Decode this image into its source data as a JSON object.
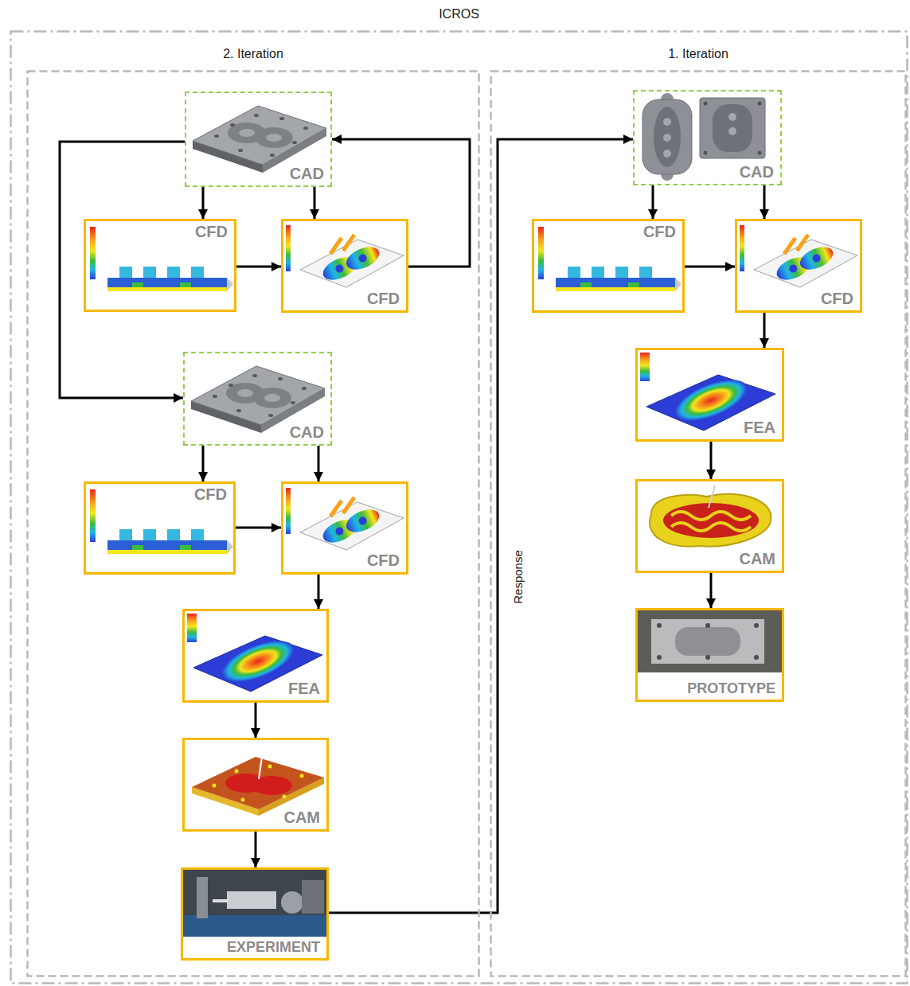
{
  "diagram": {
    "nodes": [
      {
        "text": [
          "ICROS"
        ]
      },
      {
        "text": [
          "2. Iteration"
        ],
        "in": 0
      },
      {
        "text": [
          "1. Iteration"
        ],
        "in": 0
      },
      {
        "text": [
          "CAD"
        ],
        "in": 1
      },
      {
        "text": [
          "CFD"
        ],
        "in": 1
      },
      {
        "text": [
          "CFD"
        ],
        "in": 1
      },
      {
        "text": [
          "CAD"
        ],
        "in": 1
      },
      {
        "text": [
          "CFD"
        ],
        "in": 1
      },
      {
        "text": [
          "CFD"
        ],
        "in": 1
      },
      {
        "text": [
          "FEA"
        ],
        "in": 1
      },
      {
        "text": [
          "CAM"
        ],
        "in": 1
      },
      {
        "text": [
          "EXPERIMENT"
        ],
        "in": 1
      },
      {
        "text": [
          "CAD"
        ],
        "in": 2
      },
      {
        "text": [
          "CFD"
        ],
        "in": 2
      },
      {
        "text": [
          "CFD"
        ],
        "in": 2
      },
      {
        "text": [
          "FEA"
        ],
        "in": 2
      },
      {
        "text": [
          "CAM"
        ],
        "in": 2
      },
      {
        "text": [
          "PROTOTYPE"
        ],
        "in": 2
      }
    ],
    "edges": [
      {
        "from": 3,
        "to": 4,
        "arrow": "to"
      },
      {
        "from": 3,
        "to": 5,
        "arrow": "to"
      },
      {
        "from": 4,
        "to": 5,
        "arrow": "to"
      },
      {
        "from": 5,
        "to": 3,
        "arrow": "to"
      },
      {
        "from": 3,
        "to": 6,
        "arrow": "to"
      },
      {
        "from": 6,
        "to": 7,
        "arrow": "to"
      },
      {
        "from": 6,
        "to": 8,
        "arrow": "to"
      },
      {
        "from": 7,
        "to": 8,
        "arrow": "to"
      },
      {
        "from": 8,
        "to": 9,
        "arrow": "to"
      },
      {
        "from": 9,
        "to": 10,
        "arrow": "to"
      },
      {
        "from": 10,
        "to": 11,
        "arrow": "to"
      },
      {
        "from": 11,
        "to": 12,
        "label": "Response",
        "arrow": "to"
      },
      {
        "from": 12,
        "to": 13,
        "arrow": "to"
      },
      {
        "from": 12,
        "to": 14,
        "arrow": "to"
      },
      {
        "from": 13,
        "to": 14,
        "arrow": "to"
      },
      {
        "from": 14,
        "to": 15,
        "arrow": "to"
      },
      {
        "from": 15,
        "to": 16,
        "arrow": "to"
      },
      {
        "from": 16,
        "to": 17,
        "arrow": "to"
      }
    ]
  }
}
